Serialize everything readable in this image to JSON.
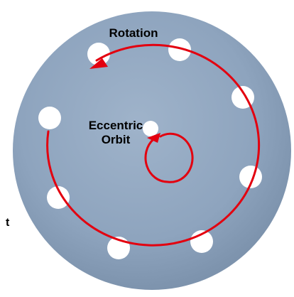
{
  "labels": {
    "rotation": "Rotation",
    "eccentric_line1": "Eccentric",
    "eccentric_line2": "Orbit",
    "edge_text": "t"
  },
  "colors": {
    "disc": "#8ea4be",
    "disc_edge": "#7d93ad",
    "holes": "#ffffff",
    "arrows": "#e3000f",
    "text": "#000000"
  },
  "holes": {
    "count": 9
  },
  "icons": {
    "rotation_arrow": "curved-arrow-counterclockwise-icon",
    "orbit_arrow": "small-circular-arrow-icon"
  }
}
